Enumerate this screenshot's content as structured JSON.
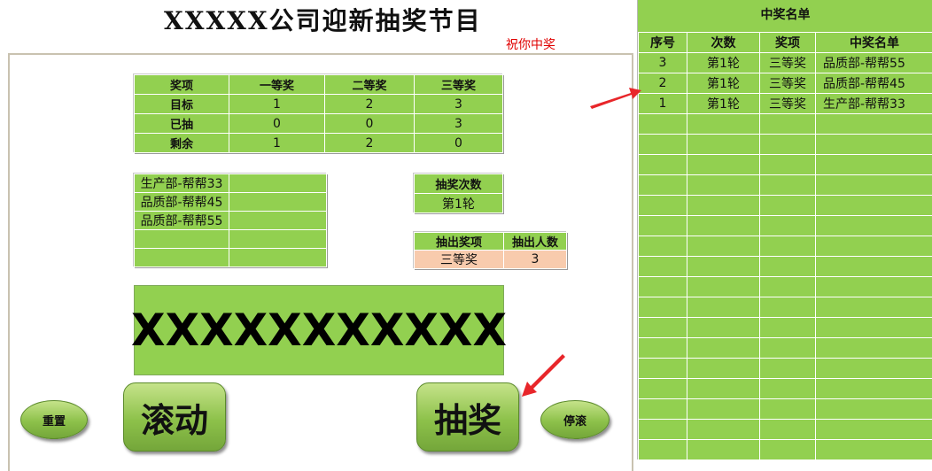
{
  "header": {
    "title": "XXXXX公司迎新抽奖节目",
    "subtitle": "祝你中奖"
  },
  "prize_table": {
    "headers": [
      "奖项",
      "一等奖",
      "二等奖",
      "三等奖"
    ],
    "rows": [
      {
        "label": "目标",
        "values": [
          "1",
          "2",
          "3"
        ]
      },
      {
        "label": "已抽",
        "values": [
          "0",
          "0",
          "3"
        ]
      },
      {
        "label": "剩余",
        "values": [
          "1",
          "2",
          "0"
        ]
      }
    ]
  },
  "candidates": [
    "生产部-帮帮33",
    "品质部-帮帮45",
    "品质部-帮帮55",
    "",
    ""
  ],
  "draw_round": {
    "label": "抽奖次数",
    "value": "第1轮"
  },
  "draw_settings": {
    "prize_label": "抽出奖项",
    "count_label": "抽出人数",
    "prize_value": "三等奖",
    "count_value": "3"
  },
  "display": {
    "text": "XXXXXXXXXXX"
  },
  "buttons": {
    "reset": "重置",
    "roll": "滚动",
    "draw": "抽奖",
    "stop": "停滚"
  },
  "winners_panel": {
    "title": "中奖名单",
    "headers": [
      "序号",
      "次数",
      "奖项",
      "中奖名单"
    ],
    "rows": [
      [
        "3",
        "第1轮",
        "三等奖",
        "品质部-帮帮55"
      ],
      [
        "2",
        "第1轮",
        "三等奖",
        "品质部-帮帮45"
      ],
      [
        "1",
        "第1轮",
        "三等奖",
        "生产部-帮帮33"
      ]
    ]
  },
  "colors": {
    "cell_green": "#92d050",
    "cell_peach": "#f8cbad",
    "subtitle_red": "#e00000",
    "arrow_red": "#e8262a"
  }
}
